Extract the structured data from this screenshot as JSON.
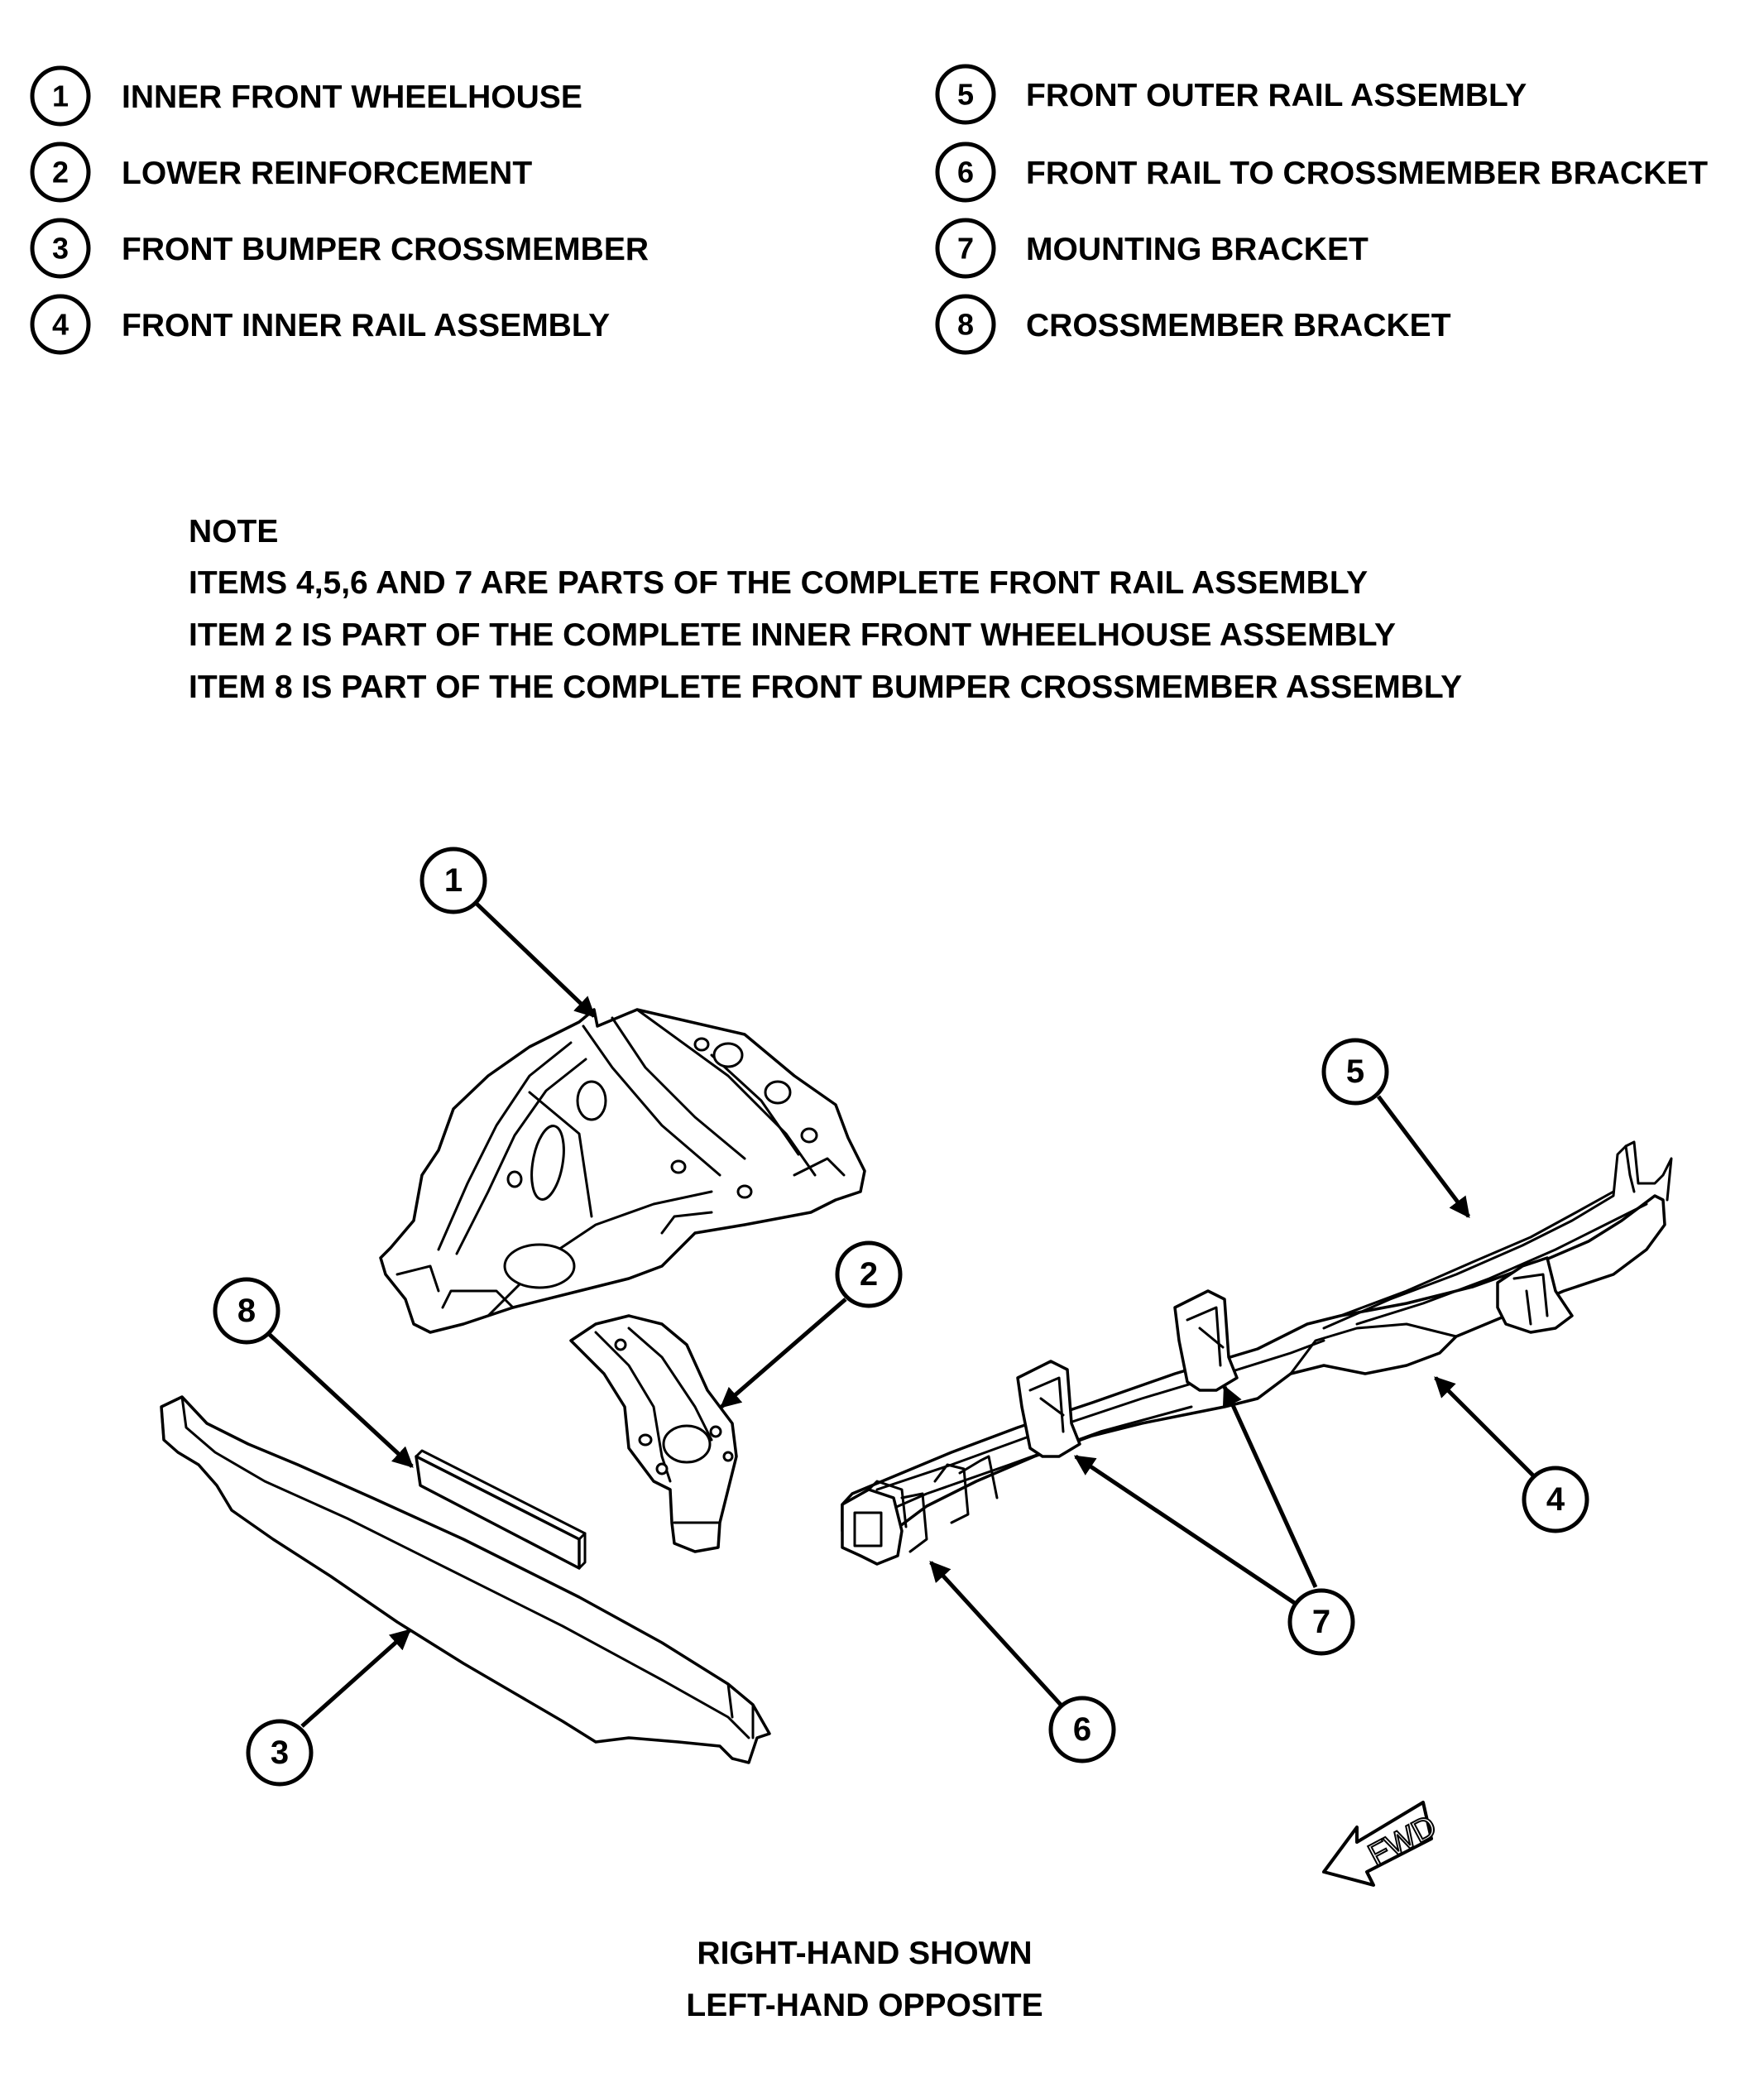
{
  "legend": {
    "left": [
      {
        "num": "1",
        "label": "INNER FRONT WHEELHOUSE"
      },
      {
        "num": "2",
        "label": "LOWER REINFORCEMENT"
      },
      {
        "num": "3",
        "label": "FRONT BUMPER CROSSMEMBER"
      },
      {
        "num": "4",
        "label": "FRONT INNER RAIL ASSEMBLY"
      }
    ],
    "right": [
      {
        "num": "5",
        "label": "FRONT OUTER RAIL ASSEMBLY"
      },
      {
        "num": "6",
        "label": "FRONT RAIL TO CROSSMEMBER BRACKET"
      },
      {
        "num": "7",
        "label": "MOUNTING BRACKET"
      },
      {
        "num": "8",
        "label": "CROSSMEMBER BRACKET"
      }
    ]
  },
  "note": {
    "title": "NOTE",
    "lines": [
      "ITEMS 4,5,6 AND 7 ARE PARTS OF THE COMPLETE FRONT RAIL ASSEMBLY",
      "ITEM 2 IS PART OF THE COMPLETE INNER FRONT WHEELHOUSE ASSEMBLY",
      "ITEM 8 IS PART OF THE COMPLETE FRONT BUMPER CROSSMEMBER ASSEMBLY"
    ]
  },
  "callouts": {
    "c1": "1",
    "c2": "2",
    "c3": "3",
    "c4": "4",
    "c5": "5",
    "c6": "6",
    "c7": "7",
    "c8": "8"
  },
  "fwd_label": "FWD",
  "caption": {
    "line1": "RIGHT-HAND SHOWN",
    "line2": "LEFT-HAND OPPOSITE"
  }
}
